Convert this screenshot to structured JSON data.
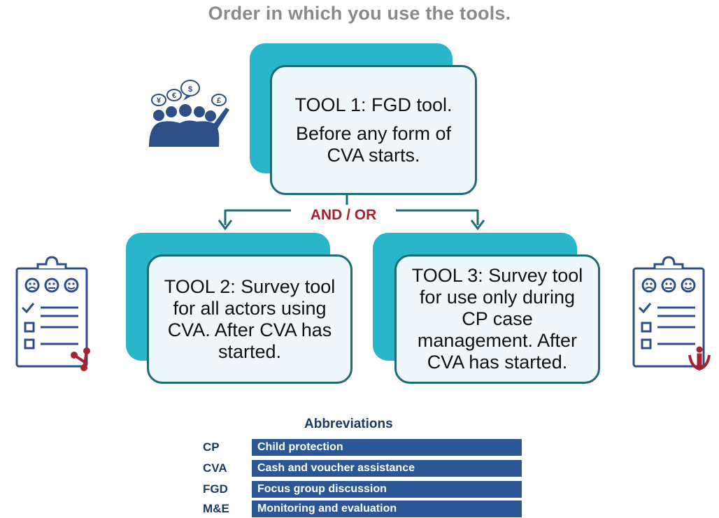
{
  "title": "Order in which you use the tools.",
  "tools": [
    {
      "lines": [
        "TOOL 1: FGD tool.",
        "Before any form of",
        "CVA starts."
      ]
    },
    {
      "lines": [
        "TOOL 2: Survey tool",
        "for all actors using",
        "CVA. After CVA has",
        "started."
      ]
    },
    {
      "lines": [
        "TOOL 3: Survey tool",
        "for use only during",
        "CP case",
        "management. After",
        "CVA has started."
      ]
    }
  ],
  "connector_label": "AND / OR",
  "abbreviations": {
    "title": "Abbreviations",
    "items": [
      {
        "key": "CP",
        "value": "Child protection"
      },
      {
        "key": "CVA",
        "value": "Cash and voucher assistance"
      },
      {
        "key": "FGD",
        "value": "Focus group discussion"
      },
      {
        "key": "M&E",
        "value": "Monitoring and evaluation"
      }
    ]
  },
  "icons": {
    "group": "people-group-cash-icon",
    "clipboard_left": "feedback-clipboard-icon",
    "clipboard_right": "feedback-clipboard-icon"
  },
  "colors": {
    "teal_shadow": "#29b6cb",
    "box_border": "#1f6b73",
    "box_fill": "#eef8fb",
    "arrow": "#1f6b73",
    "andor_text": "#a5232f",
    "abbr_bar": "#2b5797",
    "title_text": "#8a8a8a",
    "icon_navy": "#2b4f86"
  }
}
